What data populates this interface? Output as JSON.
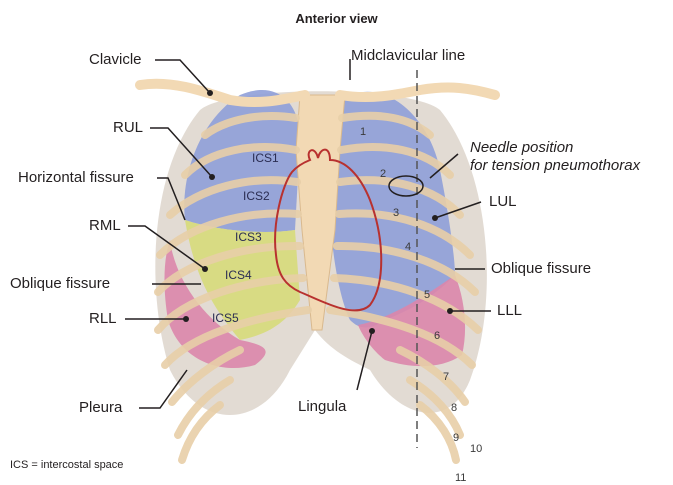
{
  "title": "Anterior view",
  "labels": {
    "clavicle": "Clavicle",
    "rul": "RUL",
    "horizontal_fissure": "Horizontal fissure",
    "rml": "RML",
    "oblique_fissure_right": "Oblique fissure",
    "rll": "RLL",
    "pleura": "Pleura",
    "midclavicular_line": "Midclavicular line",
    "needle_position_line1": "Needle position",
    "needle_position_line2": "for tension pneumothorax",
    "lul": "LUL",
    "oblique_fissure_left": "Oblique fissure",
    "lll": "LLL",
    "lingula": "Lingula"
  },
  "ics_labels": [
    "ICS1",
    "ICS2",
    "ICS3",
    "ICS4",
    "ICS5"
  ],
  "rib_numbers": [
    "1",
    "2",
    "3",
    "4",
    "5",
    "6",
    "7",
    "8",
    "9",
    "10",
    "11"
  ],
  "footnote": "ICS = intercostal space",
  "colors": {
    "upper_lobe": "#8f9fd8",
    "middle_lobe": "#d7da7a",
    "lower_lobe": "#dc86ab",
    "bone": "#f2d9b4",
    "pleura": "#cfc3b6",
    "heart_outline": "#b8312f",
    "leader_line": "#231f20"
  },
  "icons": {
    "needle_marker": "ellipse-outline"
  }
}
